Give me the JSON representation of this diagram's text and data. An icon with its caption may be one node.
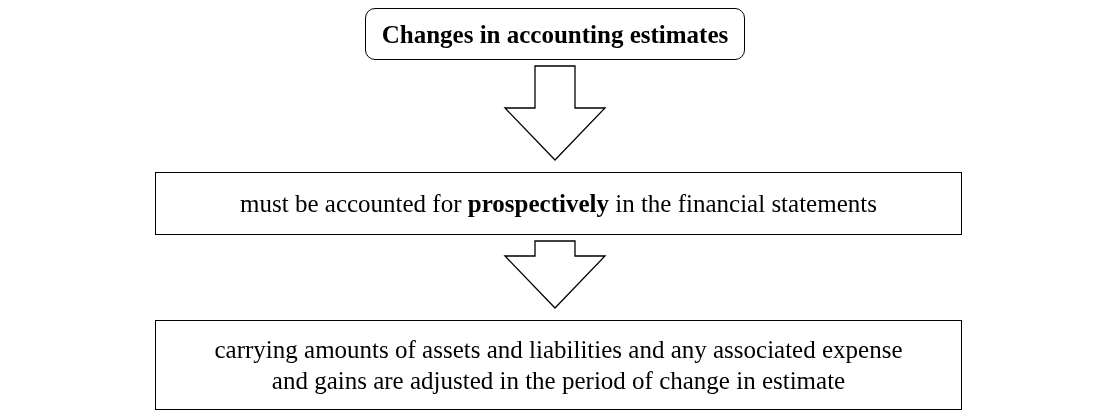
{
  "diagram": {
    "nodes": [
      {
        "text": [
          "Changes in accounting estimates"
        ]
      },
      {
        "text": [
          "must be accounted for **prospectively** in the financial statements"
        ]
      },
      {
        "text": [
          "carrying amounts of assets and liabilities and any associated expense and gains are adjusted in the period of change in estimate"
        ]
      }
    ],
    "edges": [
      {
        "from": 0,
        "to": 1,
        "arrow": "to"
      },
      {
        "from": 1,
        "to": 2,
        "arrow": "to"
      }
    ]
  }
}
